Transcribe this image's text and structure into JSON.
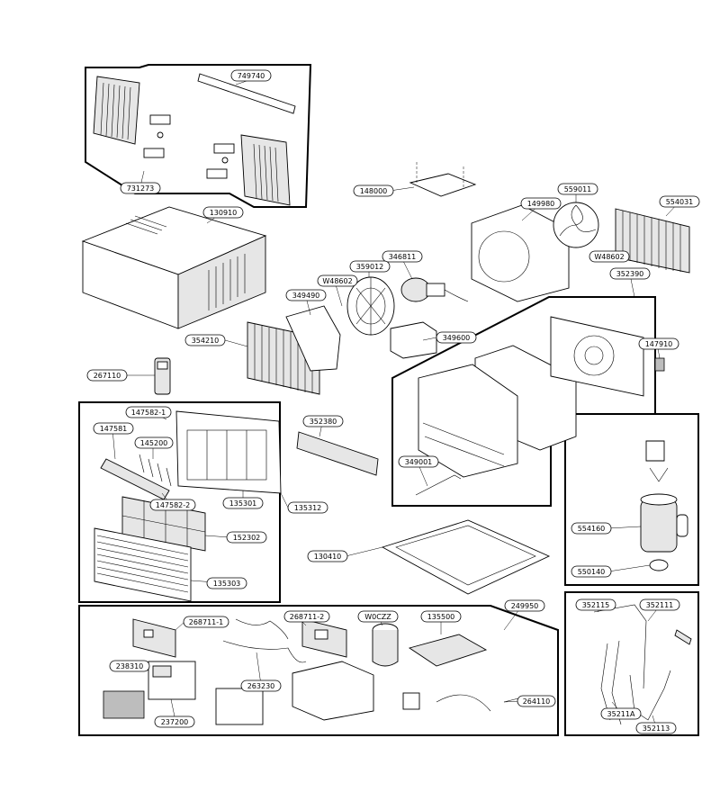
{
  "parts": {
    "p749740": "749740",
    "p731273": "731273",
    "p130910": "130910",
    "p148000": "148000",
    "p149980": "149980",
    "p559011": "559011",
    "p554031": "554031",
    "p346811": "346811",
    "p359012": "359012",
    "w48602a": "W48602",
    "w48602b": "W48602",
    "p349490": "349490",
    "p352390": "352390",
    "p354210": "354210",
    "p349600": "349600",
    "p147910": "147910",
    "p267110": "267110",
    "p147582_1": "147582-1",
    "p147581": "147581",
    "p145200": "145200",
    "p352380": "352380",
    "p349001": "349001",
    "p135301": "135301",
    "p147582_2": "147582-2",
    "p135312": "135312",
    "p152302": "152302",
    "p130410": "130410",
    "p554160": "554160",
    "p550140": "550140",
    "p135303": "135303",
    "p249950": "249950",
    "p268711a": "268711-1",
    "p268711b": "268711-2",
    "w0czz": "W0CZZ",
    "p135500": "135500",
    "p352115": "352115",
    "p352111": "352111",
    "p238310": "238310",
    "p263230": "263230",
    "p264110": "264110",
    "p237200": "237200",
    "p352114": "35211A",
    "p352113": "352113"
  }
}
